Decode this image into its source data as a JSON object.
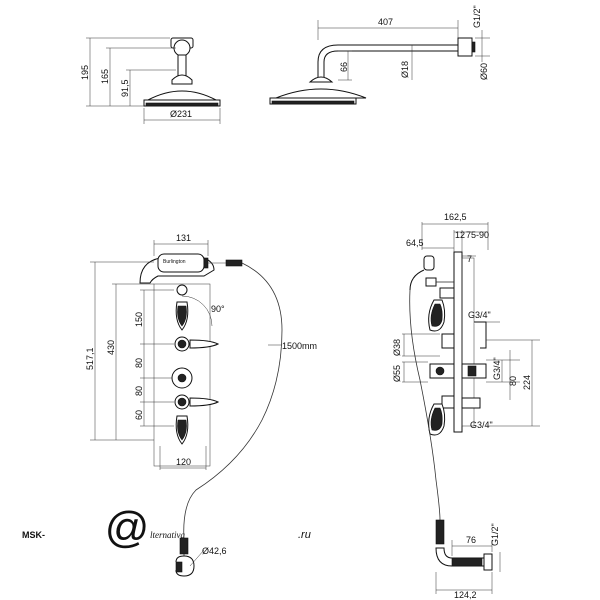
{
  "dimensions": {
    "head_front_height_195": "195",
    "head_front_height_165": "165",
    "head_front_height_91_5": "91,5",
    "head_diameter_231": "Ø231",
    "arm_length_407": "407",
    "arm_drop_66": "66",
    "pipe_diameter_18": "Ø18",
    "thread_top": "G1/2\"",
    "flange_diameter_60": "Ø60",
    "panel_top_width_131": "131",
    "panel_height_517_1": "517,1",
    "panel_height_430": "430",
    "spacing_150": "150",
    "spacing_80_a": "80",
    "spacing_80_b": "80",
    "spacing_60": "60",
    "panel_width_120": "120",
    "angle_90": "90°",
    "hose_length": "1500mm",
    "outlet_diameter_42_6": "Ø42,6",
    "side_depth_162_5": "162,5",
    "side_depth_12": "12",
    "side_depth_75_90": "75-90",
    "side_depth_64_5": "64,5",
    "side_depth_7": "7",
    "thread_g34_top": "G3/4\"",
    "diameter_38": "Ø38",
    "diameter_55": "Ø55",
    "thread_g34_mid": "G3/4\"",
    "side_spacing_80": "80",
    "side_height_224": "224",
    "thread_g34_bottom": "G3/4\"",
    "spout_76": "76",
    "spout_124_2": "124,2",
    "thread_bottom": "G1/2\""
  },
  "labels": {
    "handset_brand": "Burlington"
  },
  "watermark": {
    "text_left": "MSK-",
    "text_at": "@",
    "text_right": "lternativa",
    "text_tld": ".ru"
  }
}
